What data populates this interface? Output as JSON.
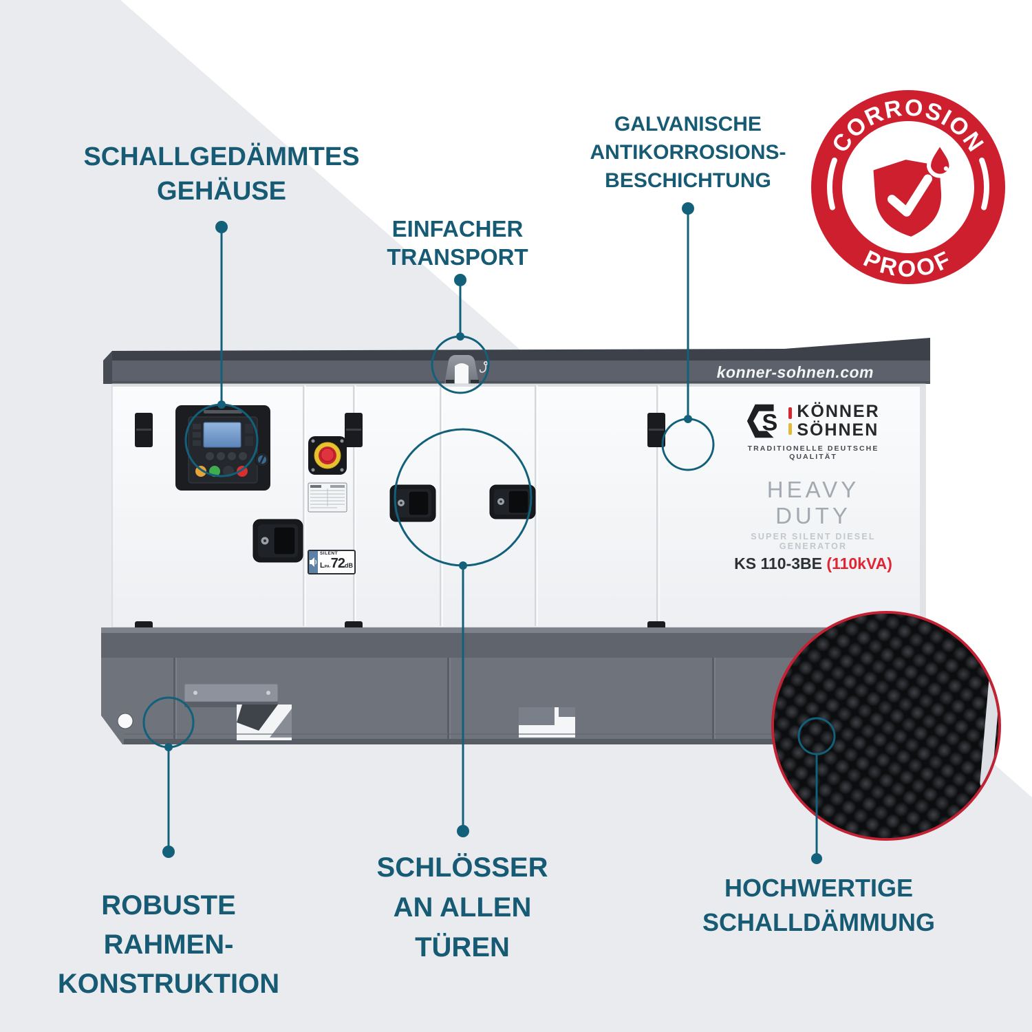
{
  "background": {
    "diagonal_band_color": "#e9ebee"
  },
  "palette": {
    "callout_teal": "#12607a",
    "label_teal": "#175a73",
    "badge_red": "#cd1f2e",
    "foam_ring_red": "#c22233",
    "model_red": "#e02633"
  },
  "labels": {
    "soundproof": {
      "lines": [
        "SCHALLGEDÄMMTES",
        "GEHÄUSE"
      ]
    },
    "transport": {
      "lines": [
        "EINFACHER",
        "TRANSPORT"
      ]
    },
    "galvanic": {
      "lines": [
        "GALVANISCHE",
        "ANTIKORROSIONS-",
        "BESCHICHTUNG"
      ]
    },
    "frame": {
      "lines": [
        "ROBUSTE",
        "RAHMEN-",
        "KONSTRUKTION"
      ]
    },
    "locks": {
      "lines": [
        "SCHLÖSSER",
        "AN ALLEN",
        "TÜREN"
      ]
    },
    "insulation": {
      "lines": [
        "HOCHWERTIGE",
        "SCHALLDÄMMUNG"
      ]
    }
  },
  "badge": {
    "arc_top": "CORROSION",
    "arc_bottom": "PROOF"
  },
  "generator": {
    "website": "konner-sohnen.com",
    "logo": {
      "line1": "KÖNNER",
      "line2": "SÖHNEN",
      "tagline": "TRADITIONELLE DEUTSCHE QUALITÄT"
    },
    "series": "HEAVY DUTY",
    "series_subtitle": "SUPER SILENT DIESEL GENERATOR",
    "model": "KS 110-3BE",
    "power": "(110kVA)",
    "noise_label": {
      "title": "SILENT",
      "l": "L",
      "pa": "PA-",
      "value": "72",
      "unit": "dB"
    }
  },
  "icons": {
    "badge_center": "shield-check-icon",
    "badge_drop": "water-drop-icon",
    "noise": "speaker-icon",
    "roof": "crane-hook-icon"
  }
}
